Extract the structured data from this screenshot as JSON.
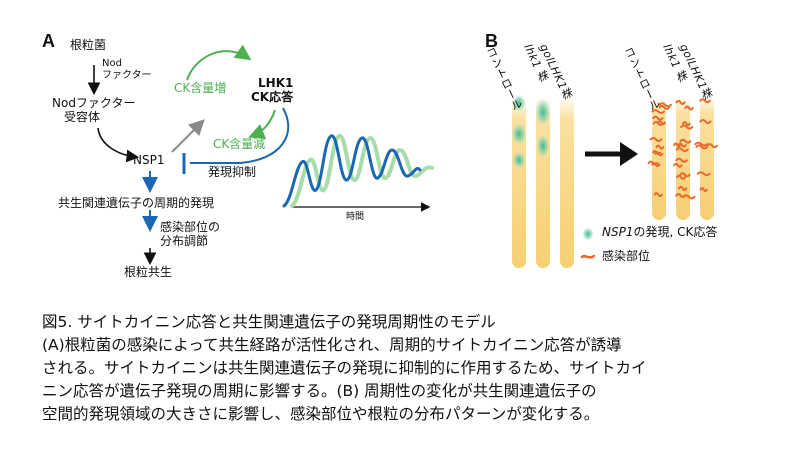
{
  "panelA": {
    "letter": "A",
    "rhizobia": "根粒菌",
    "nod_factor_line1": "Nod",
    "nod_factor_line2": "ファクター",
    "receptor_line1": "Nodファクター",
    "receptor_line2": "受容体",
    "ck_increase": "CK含量増",
    "lhk1_line1": "LHK1",
    "lhk1_line2": "CK応答",
    "ck_decrease": "CK含量減",
    "nsp1": "NSP1",
    "expression_inhibition": "発現抑制",
    "periodic_expression": "共生関連遺伝子の周期的発現",
    "distribution_line1": "感染部位の",
    "distribution_line2": "分布調節",
    "nodule_symbiosis": "根粒共生",
    "time_axis": "時間"
  },
  "panelB": {
    "letter": "B",
    "root_labels_left": [
      "コントロール",
      "lhk1 株",
      "golLHK1株"
    ],
    "root_labels_right": [
      "コントロール",
      "lhk1 株",
      "golLHK1株"
    ],
    "legend_nsp1_italic": "NSP1",
    "legend_nsp1_rest": "の発現, CK応答",
    "legend_infection": "感染部位"
  },
  "caption": {
    "title": "図5. サイトカイニン応答と共生関連遺伝子の発現周期性のモデル",
    "lines": [
      "(A)根粒菌の感染によって共生経路が活性化され、周期的サイトカイニン応答が誘導",
      "される。サイトカイニンは共生関連遺伝子の発現に抑制的に作用するため、サイトカイ",
      "ニン応答が遺伝子発現の周期に影響する。(B) 周期性の変化が共生関連遺伝子の",
      "空間的発現領域の大きさに影響し、感染部位や根粒の分布パターンが変化する。"
    ]
  },
  "colors": {
    "green": "#4caf50",
    "light_green": "#a8dca8",
    "blue": "#1a67b3",
    "gray": "#8a8a8a",
    "root_yellow": "#f7d27a",
    "infection_orange": "#e8692a"
  }
}
